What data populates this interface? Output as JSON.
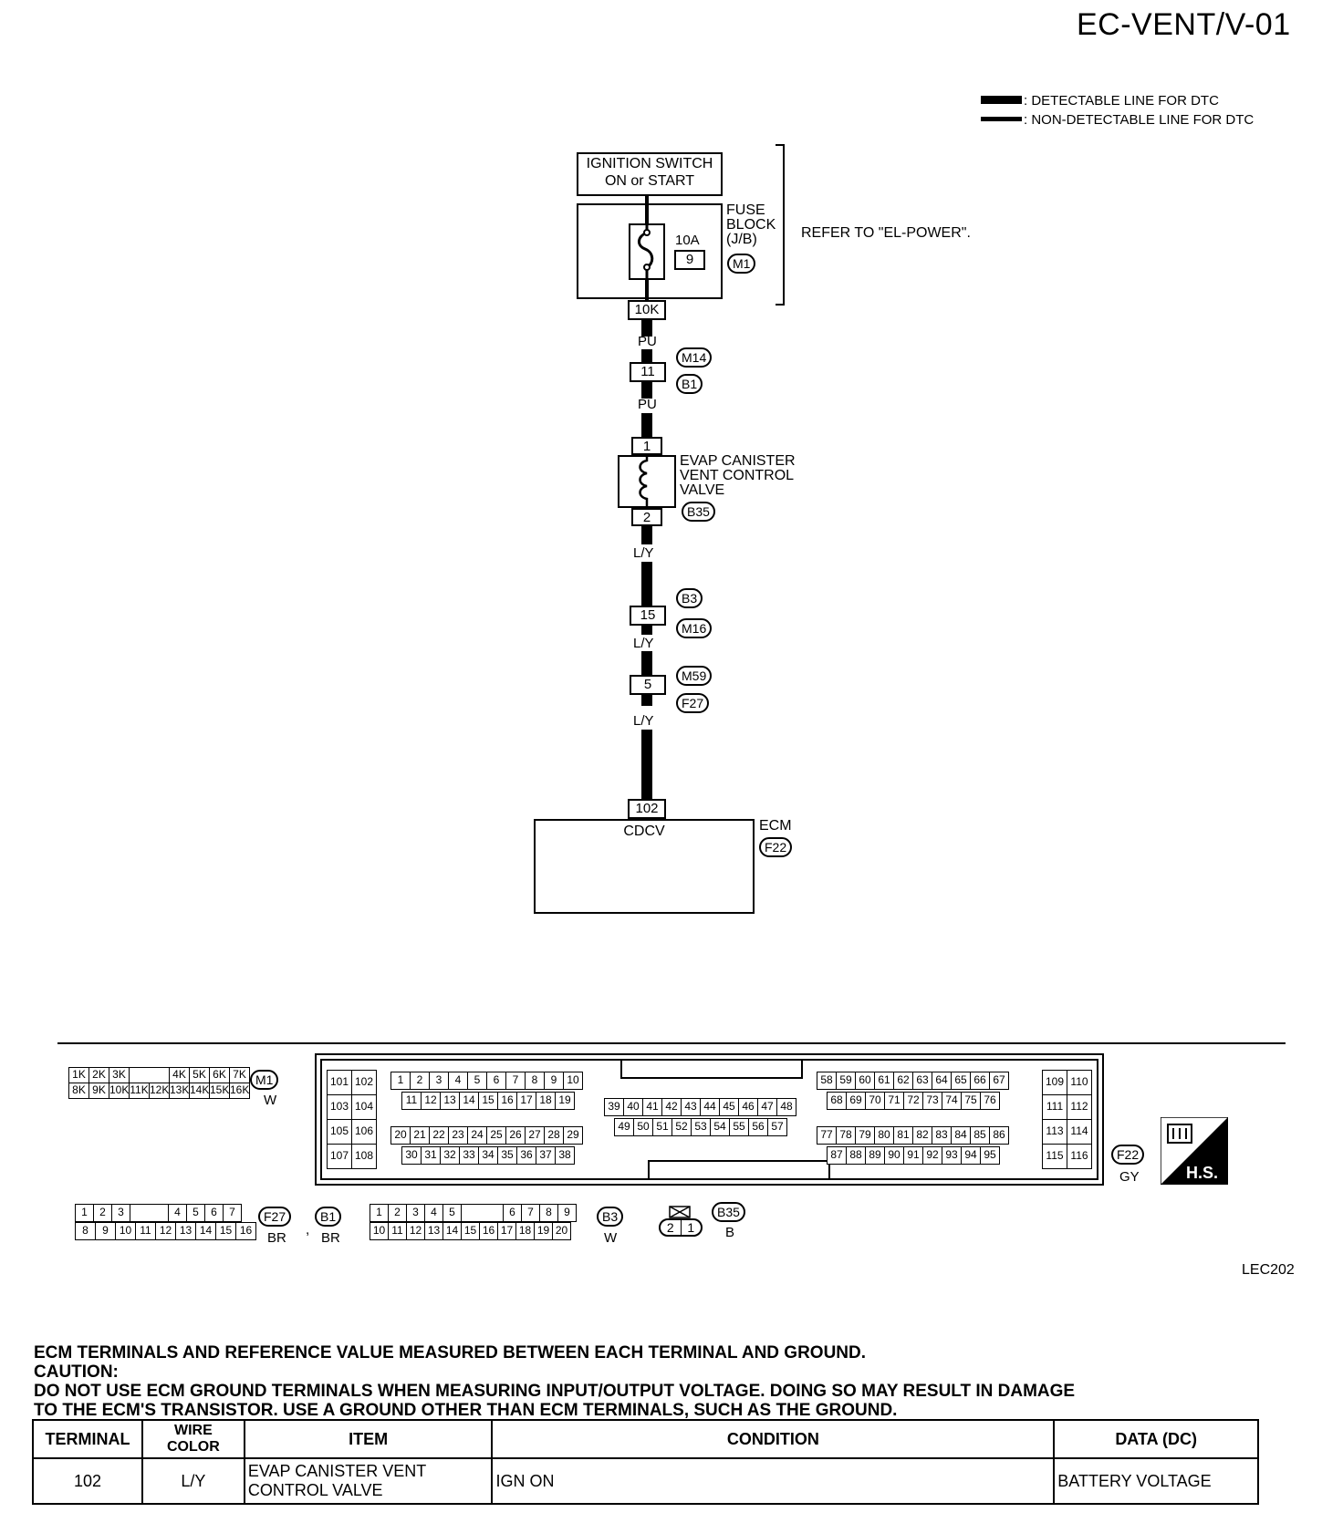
{
  "header": {
    "page_code": "EC-VENT/V-01"
  },
  "legend": {
    "detectable": ": DETECTABLE LINE FOR DTC",
    "non_detectable": ": NON-DETECTABLE LINE FOR DTC"
  },
  "diagram": {
    "ignition_line1": "IGNITION SWITCH",
    "ignition_line2": "ON or START",
    "fuse_block_line1": "FUSE",
    "fuse_block_line2": "BLOCK",
    "fuse_block_line3": "(J/B)",
    "fuse_rating": "10A",
    "fuse_number": "9",
    "fuse_block_tag": "M1",
    "refer_note": "REFER TO \"EL-POWER\".",
    "conn_10k": "10K",
    "wire_pu_1": "PU",
    "conn_11": "11",
    "tag_m14": "M14",
    "tag_b1": "B1",
    "wire_pu_2": "PU",
    "valve_pin1": "1",
    "valve_line1": "EVAP CANISTER",
    "valve_line2": "VENT CONTROL",
    "valve_line3": "VALVE",
    "valve_tag": "B35",
    "valve_pin2": "2",
    "wire_ly_1": "L/Y",
    "tag_b3": "B3",
    "conn_15": "15",
    "tag_m16": "M16",
    "wire_ly_2": "L/Y",
    "tag_m59": "M59",
    "conn_5": "5",
    "tag_f27": "F27",
    "wire_ly_3": "L/Y",
    "conn_102": "102",
    "ecm_pin_name": "CDCV",
    "ecm_label": "ECM",
    "ecm_tag": "F22"
  },
  "connectors": {
    "m1": {
      "tag": "M1",
      "color": "W",
      "row1": [
        "1K",
        "2K",
        "3K",
        "",
        "4K",
        "5K",
        "6K",
        "7K"
      ],
      "row2": [
        "8K",
        "9K",
        "10K",
        "11K",
        "12K",
        "13K",
        "14K",
        "15K",
        "16K"
      ]
    },
    "f22": {
      "tag": "F22",
      "color": "GY"
    },
    "f27_b1": {
      "tag1": "F27",
      "color1": "BR",
      "tag2": "B1",
      "color2": "BR",
      "row1": [
        "1",
        "2",
        "3",
        "",
        "4",
        "5",
        "6",
        "7"
      ],
      "row2": [
        "8",
        "9",
        "10",
        "11",
        "12",
        "13",
        "14",
        "15",
        "16"
      ]
    },
    "b3": {
      "tag": "B3",
      "color": "W",
      "row1": [
        "1",
        "2",
        "3",
        "4",
        "5",
        "",
        "6",
        "7",
        "8",
        "9"
      ],
      "row2": [
        "10",
        "11",
        "12",
        "13",
        "14",
        "15",
        "16",
        "17",
        "18",
        "19",
        "20"
      ]
    },
    "b35": {
      "tag": "B35",
      "color": "B",
      "pins": [
        "2",
        "1"
      ]
    },
    "hs_label": "H.S."
  },
  "figure_code": "LEC202",
  "notes": {
    "line1": "ECM TERMINALS AND REFERENCE VALUE MEASURED BETWEEN EACH TERMINAL AND GROUND.",
    "line2": "CAUTION:",
    "line3": "DO NOT USE ECM GROUND TERMINALS WHEN MEASURING INPUT/OUTPUT VOLTAGE. DOING SO MAY RESULT IN DAMAGE",
    "line4": "TO THE ECM'S TRANSISTOR. USE A GROUND OTHER THAN ECM TERMINALS, SUCH AS THE GROUND."
  },
  "table": {
    "headers": [
      "TERMINAL",
      "WIRE COLOR",
      "ITEM",
      "CONDITION",
      "DATA (DC)"
    ],
    "row": {
      "terminal": "102",
      "wire_color": "L/Y",
      "item": "EVAP CANISTER VENT CONTROL VALVE",
      "condition": "IGN ON",
      "data": "BATTERY VOLTAGE"
    }
  }
}
